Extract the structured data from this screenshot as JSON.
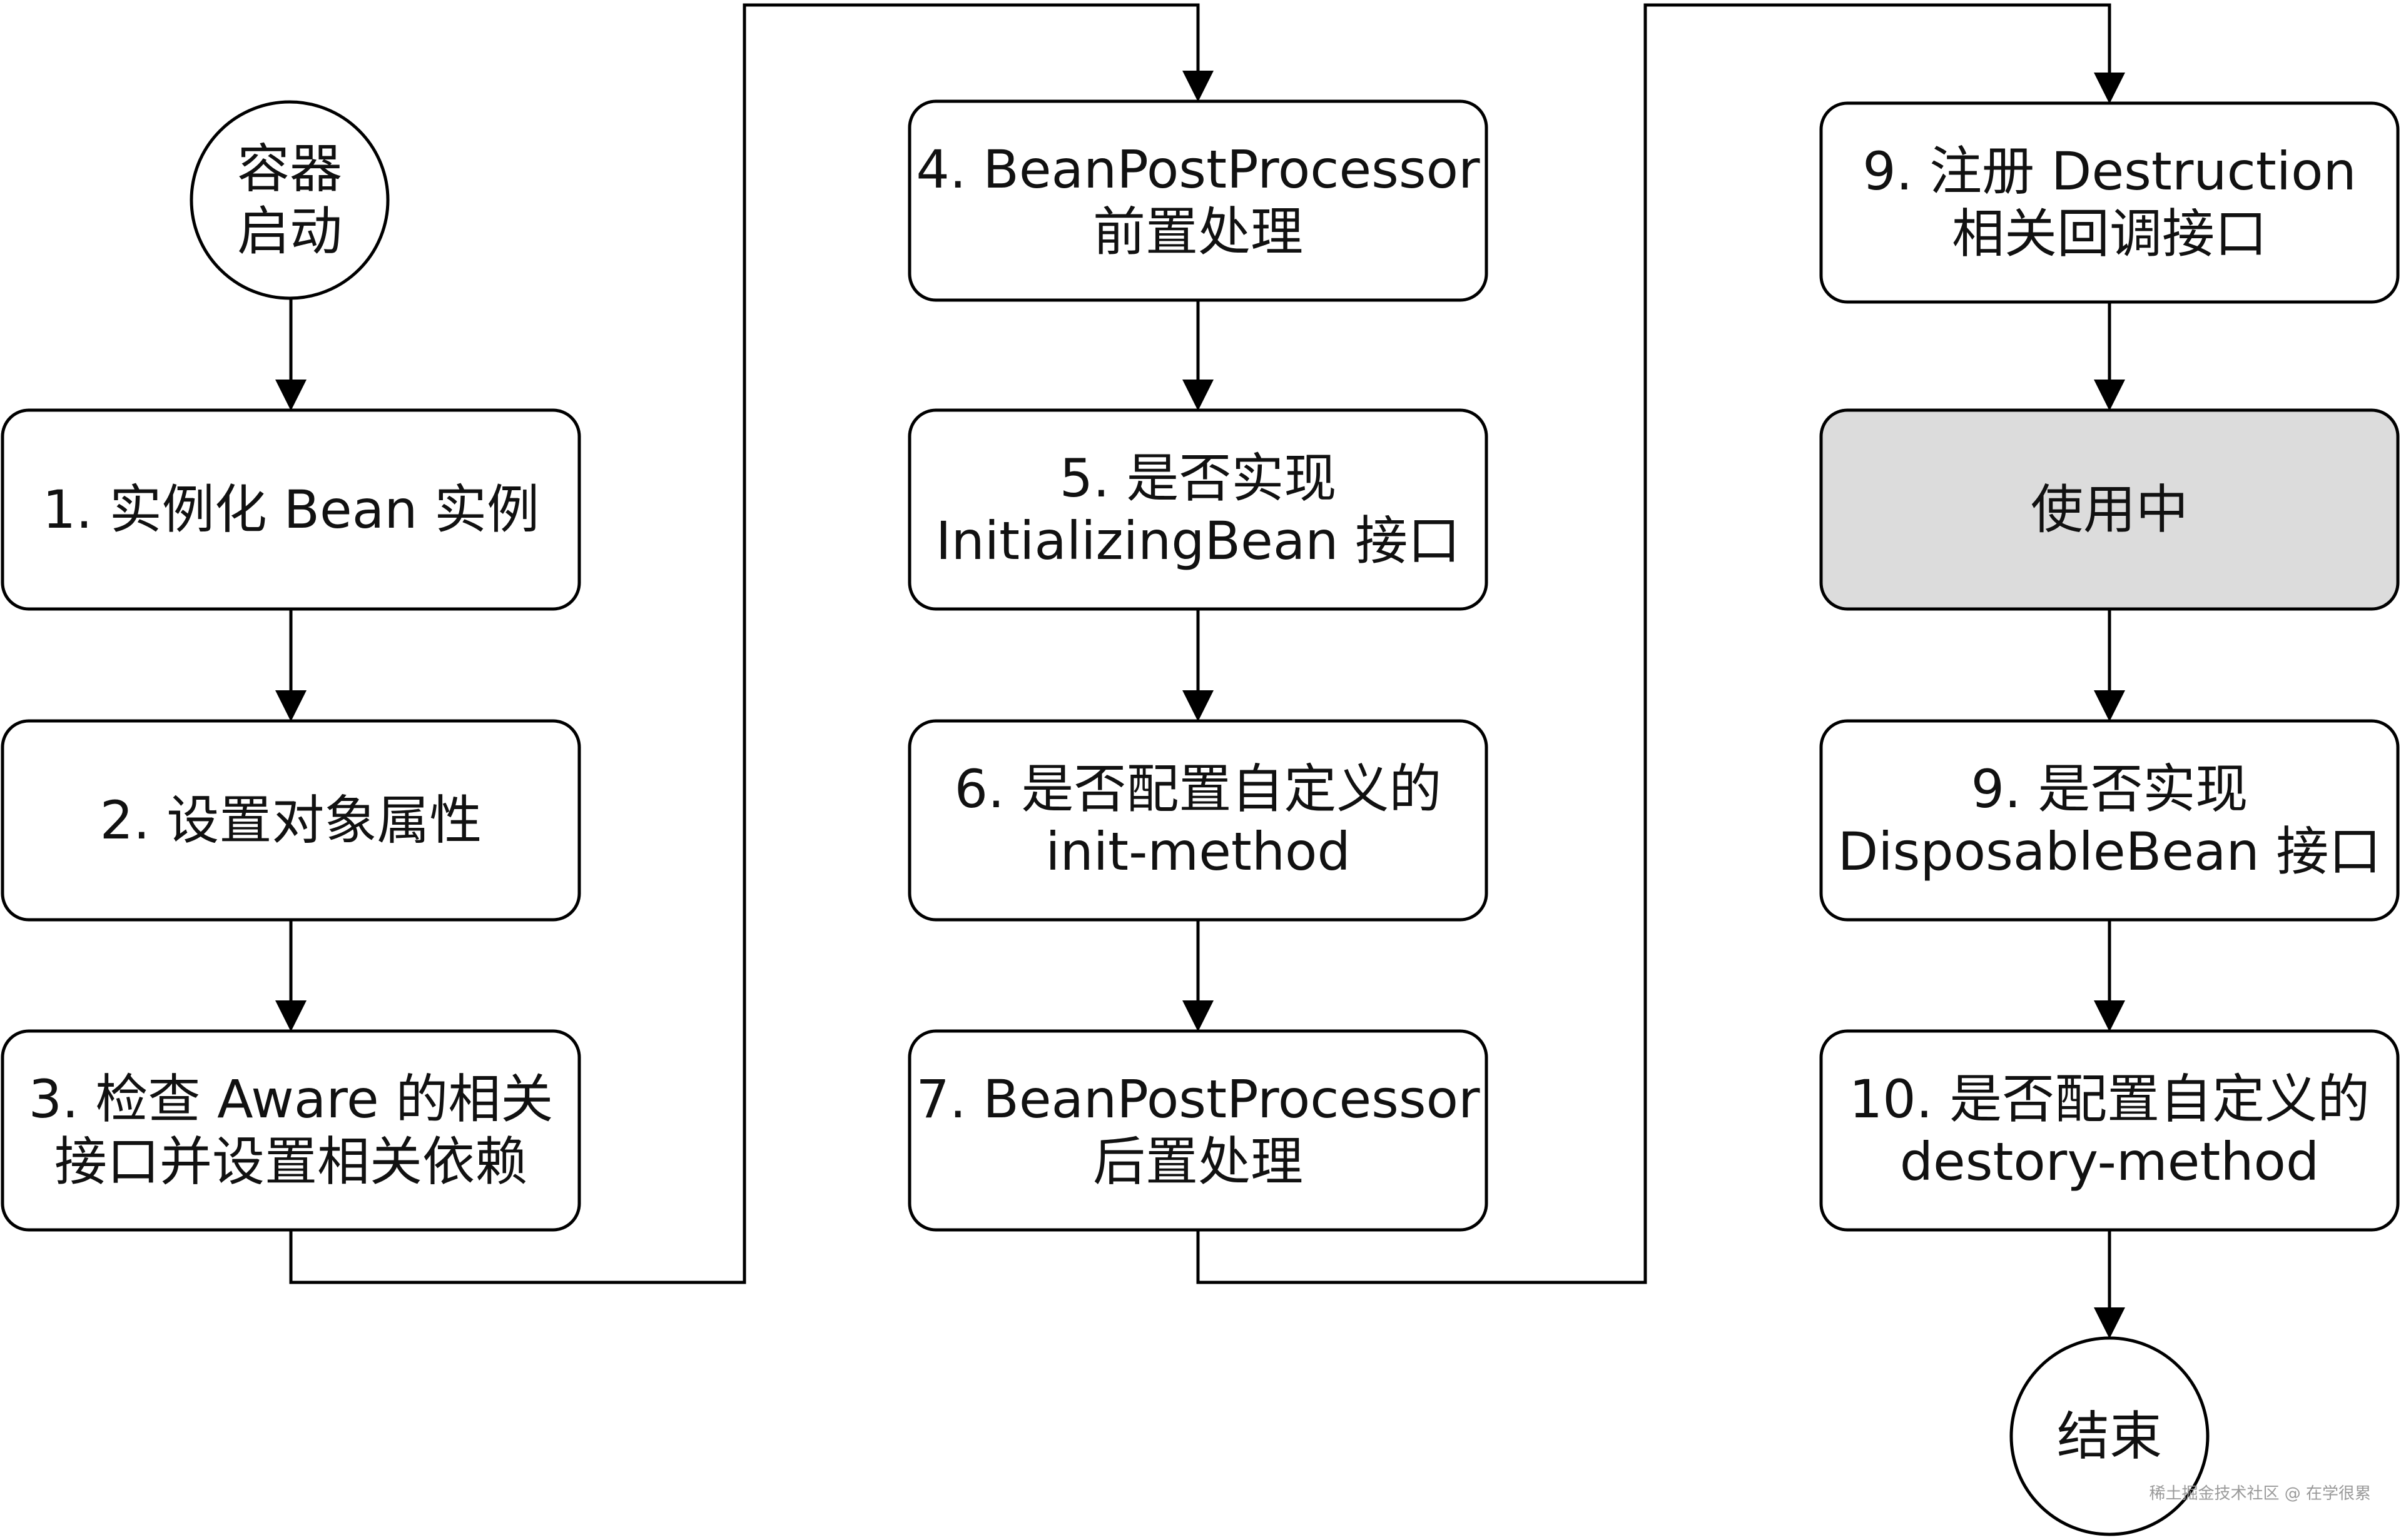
{
  "flowchart": {
    "start": {
      "lines": [
        "容器",
        "启动"
      ]
    },
    "end": {
      "lines": [
        "结束"
      ]
    },
    "steps": [
      {
        "id": "step-1",
        "lines": [
          "1. 实例化 Bean 实例"
        ]
      },
      {
        "id": "step-2",
        "lines": [
          "2. 设置对象属性"
        ]
      },
      {
        "id": "step-3",
        "lines": [
          "3. 检查 Aware 的相关",
          "接口并设置相关依赖"
        ]
      },
      {
        "id": "step-4",
        "lines": [
          "4. BeanPostProcessor",
          "前置处理"
        ]
      },
      {
        "id": "step-5",
        "lines": [
          "5. 是否实现",
          "InitializingBean 接口"
        ]
      },
      {
        "id": "step-6",
        "lines": [
          "6. 是否配置自定义的",
          "init-method"
        ]
      },
      {
        "id": "step-7",
        "lines": [
          "7. BeanPostProcessor",
          "后置处理"
        ]
      },
      {
        "id": "step-9a",
        "lines": [
          "9. 注册 Destruction",
          "相关回调接口"
        ]
      },
      {
        "id": "in-use",
        "lines": [
          "使用中"
        ],
        "highlight": true
      },
      {
        "id": "step-9b",
        "lines": [
          "9. 是否实现",
          "DisposableBean 接口"
        ]
      },
      {
        "id": "step-10",
        "lines": [
          "10. 是否配置自定义的",
          "destory-method"
        ]
      }
    ],
    "highlight_fill": "#dcdcdc",
    "node_fill": "#ffffff",
    "stroke_color": "#000000"
  },
  "watermark": "稀土掘金技术社区 @ 在学很累"
}
